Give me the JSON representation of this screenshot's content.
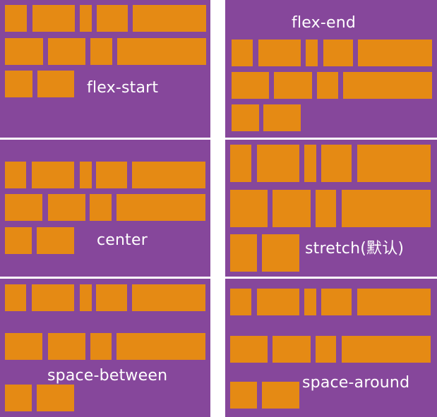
{
  "colors": {
    "panel": "#86479b",
    "item": "#e58a14",
    "label": "#ffffff",
    "background": "#ffffff"
  },
  "panels": [
    {
      "id": "flex-start",
      "label": "flex-start"
    },
    {
      "id": "flex-end",
      "label": "flex-end"
    },
    {
      "id": "center",
      "label": "center"
    },
    {
      "id": "stretch",
      "label": "stretch(默认)"
    },
    {
      "id": "space-between",
      "label": "space-between"
    },
    {
      "id": "space-around",
      "label": "space-around"
    }
  ]
}
